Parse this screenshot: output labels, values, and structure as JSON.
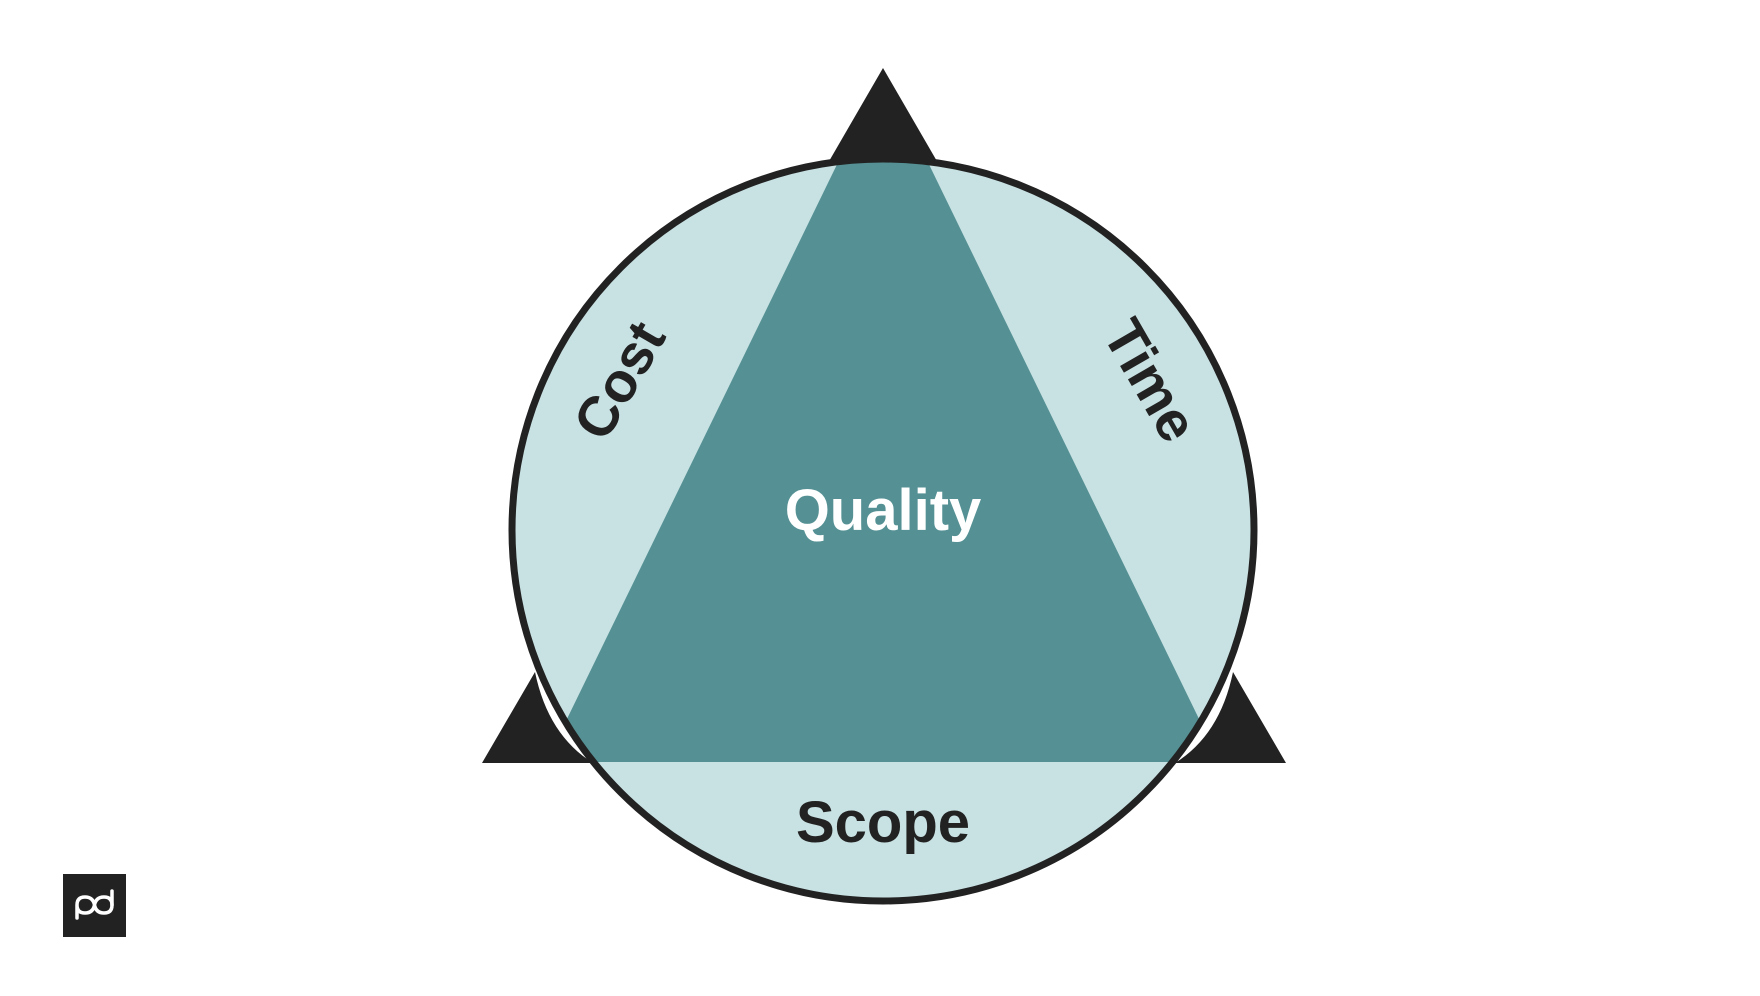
{
  "diagram": {
    "center_label": "Quality",
    "left_label": "Cost",
    "right_label": "Time",
    "bottom_label": "Scope"
  },
  "colors": {
    "circle_fill": "#c8e1e3",
    "triangle_fill": "#559194",
    "outline": "#222222",
    "center_text": "#ffffff",
    "edge_text": "#222222",
    "logo_bg": "#222222",
    "logo_fg": "#ffffff"
  },
  "logo": {
    "icon": "brand-logo-icon"
  }
}
